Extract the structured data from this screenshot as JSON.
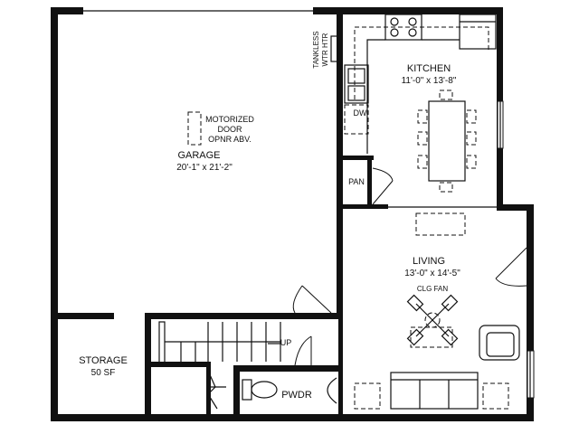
{
  "rooms": {
    "garage": {
      "name": "GARAGE",
      "dims": "20'-1\" x 21'-2\""
    },
    "motorized_note": [
      "MOTORIZED",
      "DOOR",
      "OPNR ABV."
    ],
    "kitchen": {
      "name": "KITCHEN",
      "dims": "11'-0\" x 13'-8\""
    },
    "living": {
      "name": "LIVING",
      "dims": "13'-0\" x 14'-5\""
    },
    "storage": {
      "name": "STORAGE",
      "dims": "50 SF"
    },
    "pwdr": {
      "name": "PWDR"
    }
  },
  "labels": {
    "tankless_line1": "TANKLESS",
    "tankless_line2": "WTR HTR",
    "dw": "DW",
    "pan": "PAN",
    "clg_fan": "CLG FAN",
    "up": "UP"
  },
  "colors": {
    "wall": "#111111",
    "background": "#ffffff"
  }
}
